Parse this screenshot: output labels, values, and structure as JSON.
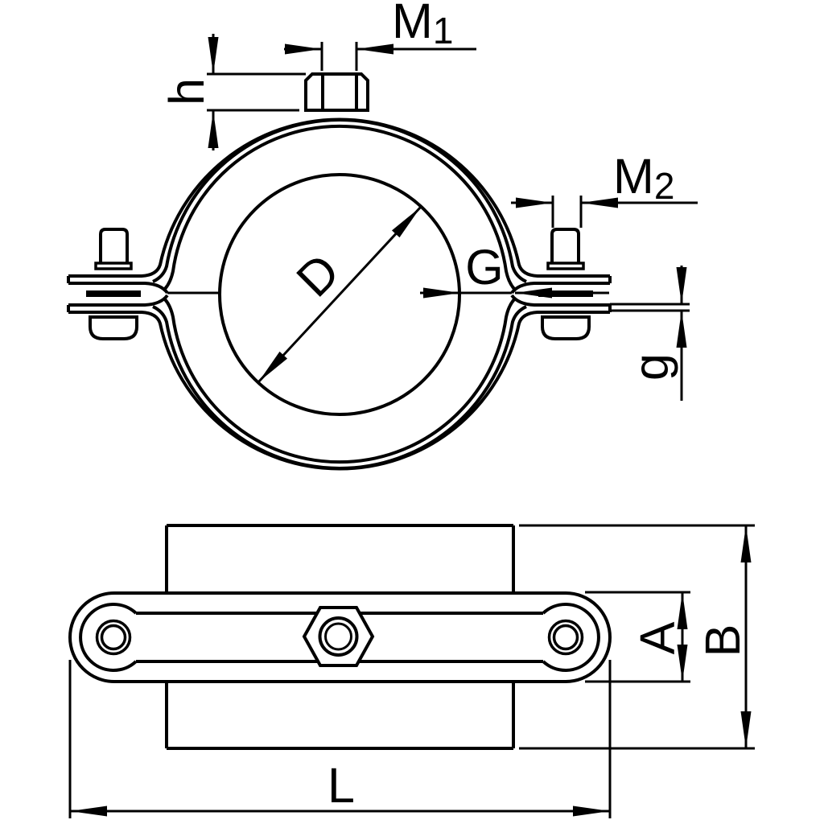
{
  "colors": {
    "ink": "#000000",
    "paper": "#ffffff"
  },
  "front_view": {
    "labels": {
      "m1": {
        "base": "M",
        "sub": "1"
      },
      "m2": {
        "base": "M",
        "sub": "2"
      },
      "nut_height": "h",
      "bore_diameter": "D",
      "thread": "G",
      "material_thickness": "g"
    }
  },
  "side_view": {
    "labels": {
      "strap_width": "A",
      "band_width": "B",
      "overall_length": "L"
    }
  }
}
